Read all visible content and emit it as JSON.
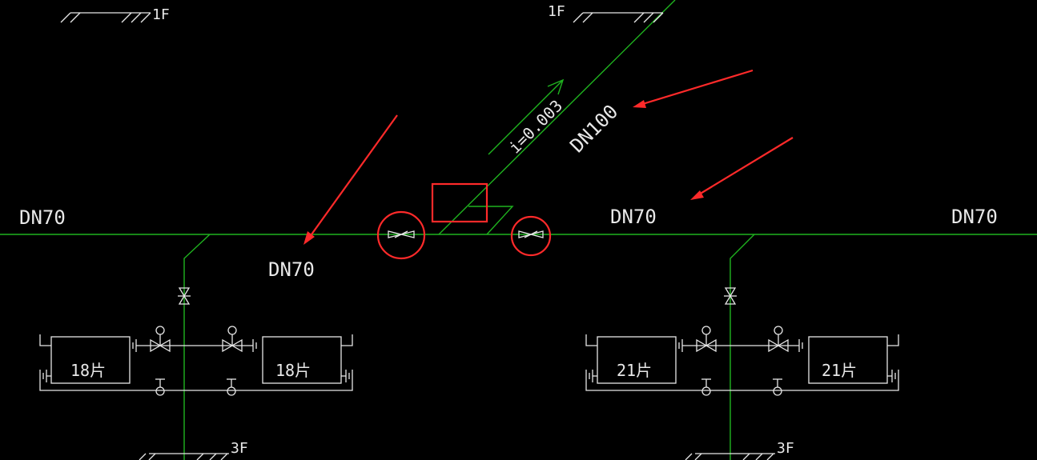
{
  "floors": {
    "top_left": "1F",
    "top_mid": "1F",
    "bottom_left": "3F",
    "bottom_right": "3F"
  },
  "pipes": {
    "left_main": "DN70",
    "left_branch": "DN70",
    "right_main": "DN70",
    "far_right": "DN70",
    "riser": "DN100",
    "slope": "i=0.003"
  },
  "radiators": {
    "left_a": "18片",
    "left_b": "18片",
    "right_a": "21片",
    "right_b": "21片"
  },
  "colors": {
    "pipe": "#1fb31f",
    "symbol": "#e6e6e6",
    "annotation": "#ff2a2a",
    "background": "#000000"
  }
}
